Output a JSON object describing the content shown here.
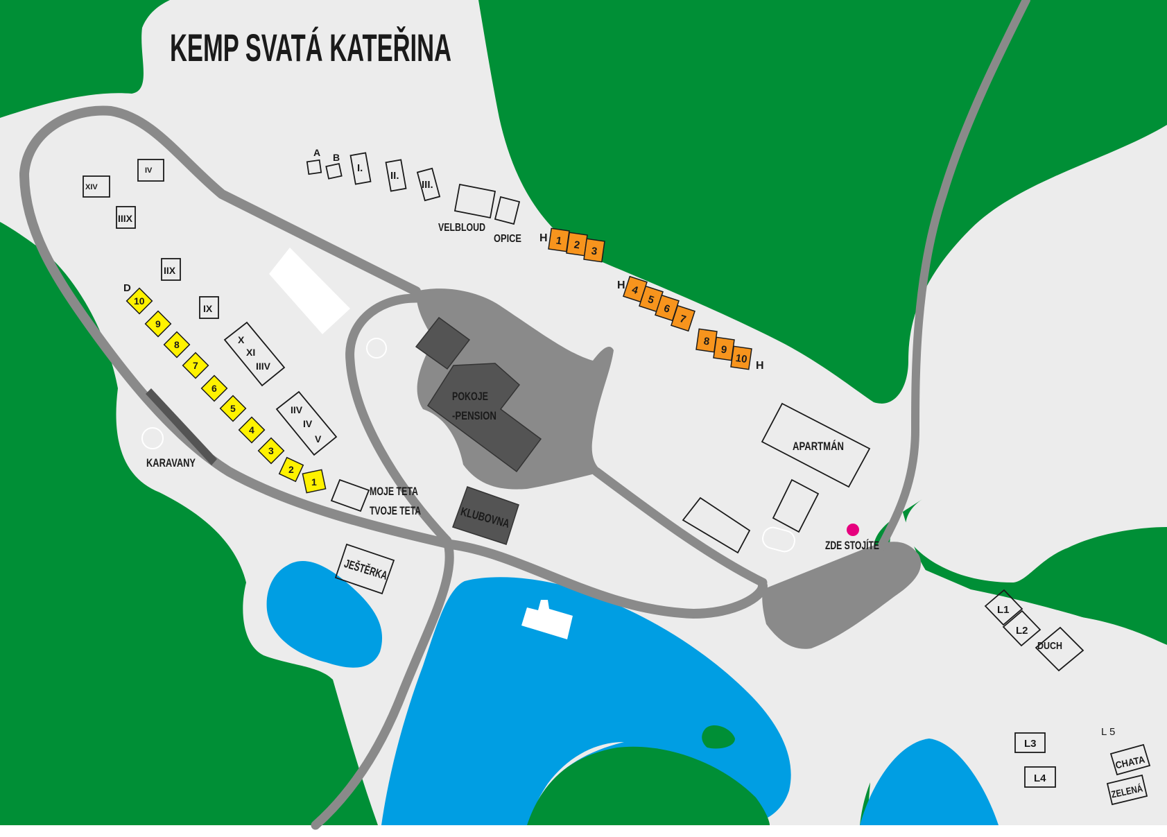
{
  "title": "KEMP SVATÁ KATEŘINA",
  "colors": {
    "forest": "#008f36",
    "ground": "#ececec",
    "water": "#009ee3",
    "road": "#8a8a8a",
    "building": "#545454",
    "yellow_cabin": "#fff200",
    "orange_cabin": "#f7941d",
    "marker": "#e6007e"
  },
  "labels": {
    "xiv": "XIV",
    "iv_top": "IV",
    "iiix": "IIIX",
    "iix": "IIX",
    "ix": "IX",
    "d": "D",
    "x": "X",
    "xi": "XI",
    "iiiv": "IIIV",
    "iiv": "IIV",
    "iv": "IV",
    "v": "V",
    "a": "A",
    "b": "B",
    "i": "I.",
    "ii": "II.",
    "iii": "III.",
    "velbloud": "VELBLOUD",
    "opice": "OPICE",
    "h1": "H",
    "h2": "H",
    "h3": "H",
    "karavany": "KARAVANY",
    "moje_teta": "MOJE TETA",
    "tvoje_teta": "TVOJE TETA",
    "jesterka": "JEŠTĚRKA",
    "pokoje": "POKOJE",
    "pension": "-PENSION",
    "klubovna": "KLUBOVNA",
    "apartman": "APARTMÁN",
    "zde_stojite": "ZDE STOJÍTE",
    "l1": "L1",
    "l2": "L2",
    "duch": "DUCH",
    "l3": "L3",
    "l4": "L4",
    "l5": "L 5",
    "chata": "CHATA",
    "zelena": "ZELENÁ"
  },
  "yellow_cabins": [
    "10",
    "9",
    "8",
    "7",
    "6",
    "5",
    "4",
    "3",
    "2",
    "1"
  ],
  "orange_cabins": [
    "1",
    "2",
    "3",
    "4",
    "5",
    "6",
    "7",
    "8",
    "9",
    "10"
  ]
}
